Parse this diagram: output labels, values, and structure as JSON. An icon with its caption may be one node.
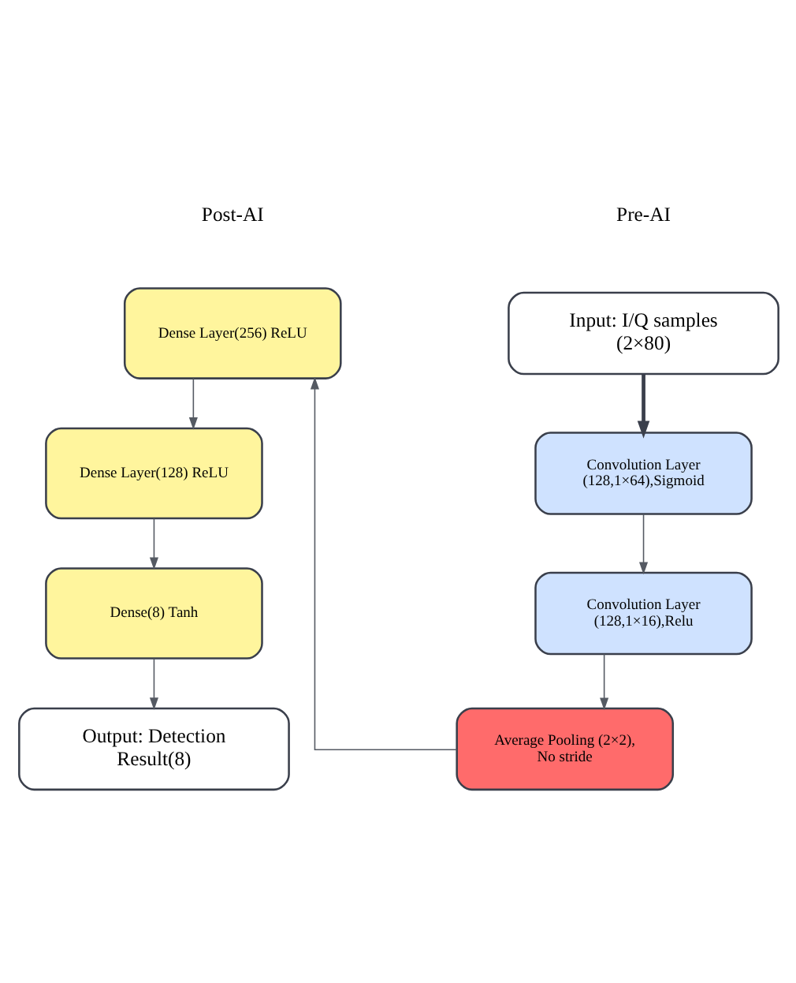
{
  "diagram": {
    "nodes": [
      {
        "text": [
          "Input: I/Q samples (2×80)"
        ]
      },
      {
        "text": [
          "Convolution Layer (128,1×64),Sigmoid"
        ]
      },
      {
        "text": [
          "Convolution Layer (128,1×16),Relu"
        ]
      },
      {
        "text": [
          "Average Pooling (2×2), No stride"
        ]
      },
      {
        "text": [
          "Dense Layer(256) ReLU"
        ]
      },
      {
        "text": [
          "Dense Layer(128) ReLU"
        ]
      },
      {
        "text": [
          "Dense(8) Tanh"
        ]
      },
      {
        "text": [
          "Output: Detection Result(8)"
        ]
      }
    ],
    "edges": [
      {
        "from": 0,
        "to": 1,
        "arrow": "to",
        "style": "thick"
      },
      {
        "from": 1,
        "to": 2,
        "arrow": "to"
      },
      {
        "from": 2,
        "to": 3,
        "arrow": "to"
      },
      {
        "from": 3,
        "to": 4,
        "arrow": "to"
      },
      {
        "from": 4,
        "to": 5,
        "arrow": "to"
      },
      {
        "from": 5,
        "to": 6,
        "arrow": "to"
      },
      {
        "from": 6,
        "to": 7,
        "arrow": "to"
      }
    ],
    "labels": [
      "Pre-AI",
      "Post-AI"
    ]
  }
}
